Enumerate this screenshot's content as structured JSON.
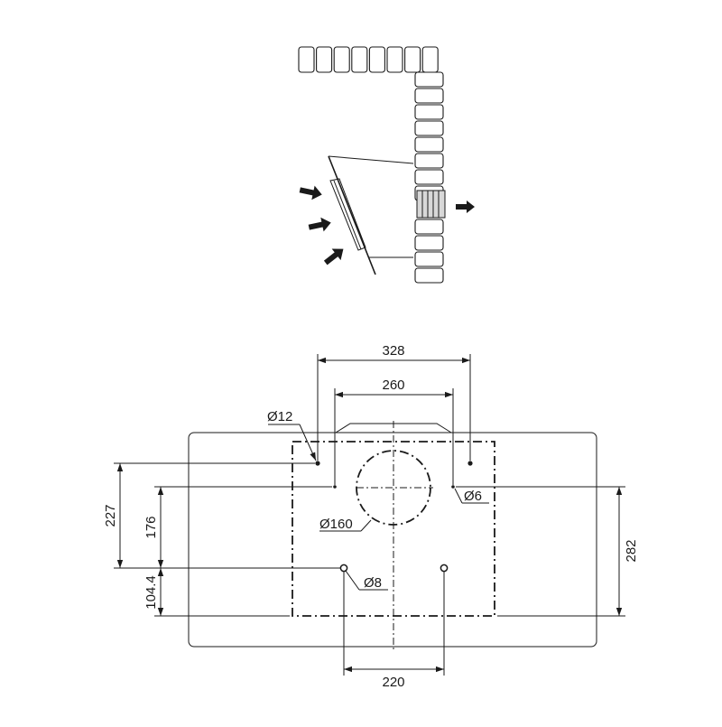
{
  "dimensions": {
    "top_width_outer": "328",
    "top_width_inner": "260",
    "bottom_width": "220",
    "left_upper": "227",
    "left_middle": "176",
    "left_lower": "104.4",
    "right_height": "282"
  },
  "callouts": {
    "hole_d12": "Ø12",
    "hole_d6": "Ø6",
    "duct_d160": "Ø160",
    "hole_d8": "Ø8"
  },
  "colors": {
    "line": "#1a1a1a",
    "background": "#ffffff",
    "vent_fill": "#d8d8d8"
  },
  "icons": [
    "air-inflow-arrow-icon",
    "air-outflow-arrow-icon"
  ]
}
